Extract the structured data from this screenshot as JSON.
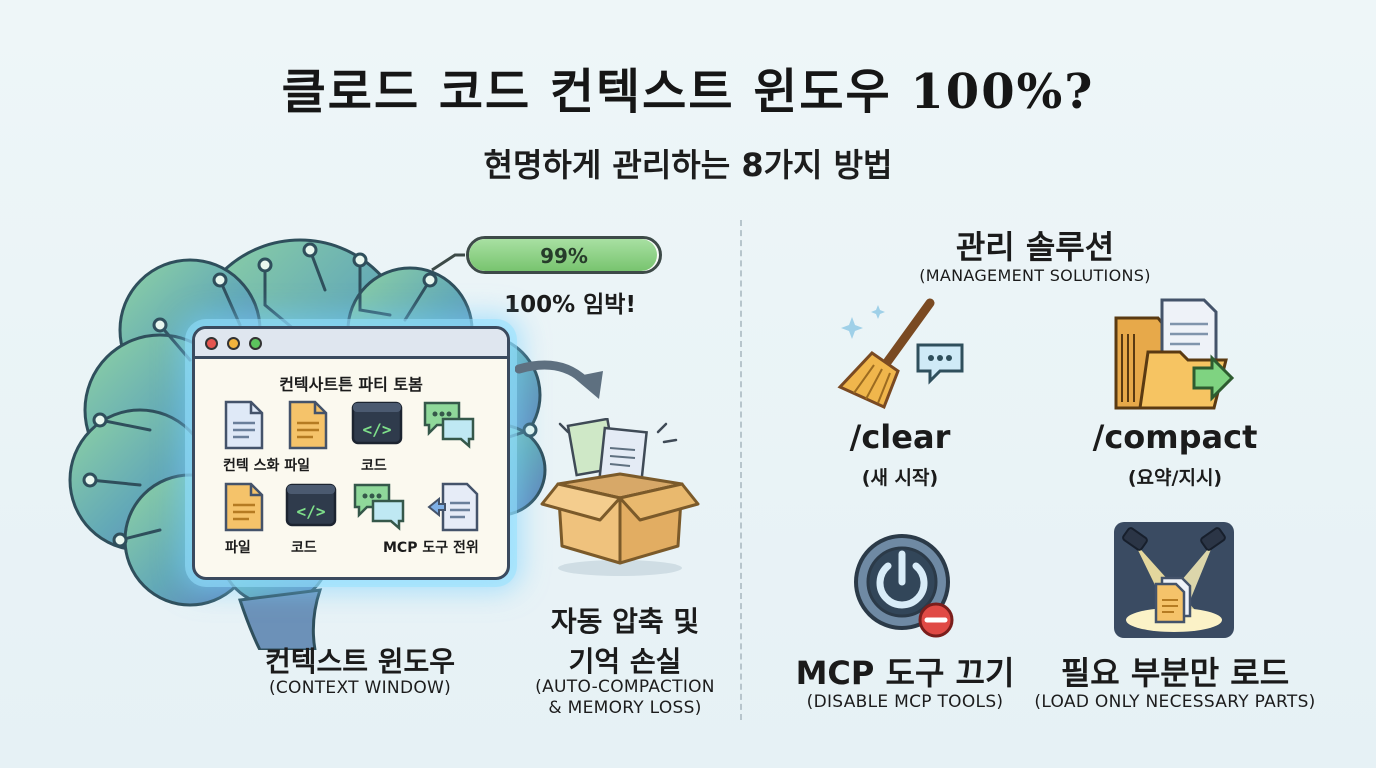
{
  "header": {
    "title": "클로드 코드 컨텍스트 윈도우 100%?",
    "subtitle": "현명하게 관리하는 8가지 방법"
  },
  "left": {
    "progress": {
      "value": 0.99,
      "label": "99%"
    },
    "warning": "100% 임박!",
    "window": {
      "title": "컨텍사트튼 파티 토봄",
      "items": [
        {
          "icon": "document-icon",
          "label": "컨텍 스화 파일"
        },
        {
          "icon": "file-icon",
          "label": ""
        },
        {
          "icon": "code-icon",
          "label": "코드"
        },
        {
          "icon": "chat-icon",
          "label": ""
        },
        {
          "icon": "file-icon",
          "label": "파일"
        },
        {
          "icon": "code-icon",
          "label": "코드"
        },
        {
          "icon": "chat-icon",
          "label": ""
        },
        {
          "icon": "transfer-doc-icon",
          "label": "MCP 도구 전위"
        }
      ]
    },
    "caption_main": "컨텍스트 윈도우",
    "caption_sub": "(CONTEXT WINDOW)",
    "box_caption_line1": "자동 압축 및",
    "box_caption_line2": "기억 손실",
    "box_sub_line1": "(AUTO-COMPACTION",
    "box_sub_line2": "& MEMORY LOSS)"
  },
  "right": {
    "title": "관리 솔루션",
    "subtitle": "(MANAGEMENT SOLUTIONS)",
    "solutions": [
      {
        "icon": "broom-icon",
        "label": "/clear",
        "desc": "(새 시작)"
      },
      {
        "icon": "folder-compact-icon",
        "label": "/compact",
        "desc": "(요약/지시)"
      },
      {
        "icon": "power-off-icon",
        "label": "MCP 도구 끄기",
        "desc": "(DISABLE MCP TOOLS)"
      },
      {
        "icon": "spotlight-icon",
        "label": "필요 부분만 로드",
        "desc": "(LOAD ONLY NECESSARY PARTS)"
      }
    ]
  },
  "colors": {
    "accent_green": "#78c46f",
    "brain_teal": "#5fa3b1",
    "window_glow": "#8ad8ff",
    "folder_orange": "#f3b34d"
  }
}
